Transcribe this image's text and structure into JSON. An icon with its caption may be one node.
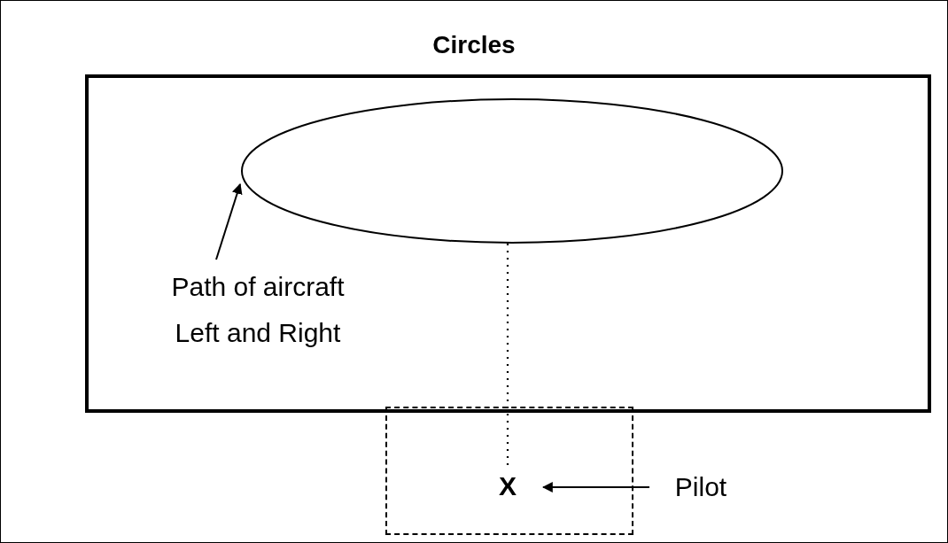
{
  "diagram": {
    "title": "Circles",
    "nodes": [
      {
        "text": [],
        "shape": "box"
      },
      {
        "text": [],
        "shape": "ellipse",
        "in": 0
      },
      {
        "text": [
          "Path of aircraft Left and Right"
        ],
        "in": 0
      },
      {
        "text": [],
        "shape": "box"
      },
      {
        "text": [
          "X"
        ],
        "in": 3
      },
      {
        "text": [
          "Pilot"
        ]
      }
    ],
    "edges": [
      {
        "from": 2,
        "to": 1,
        "arrow": "to"
      },
      {
        "from": 1,
        "to": 4,
        "arrow": "none",
        "style": "dashed"
      },
      {
        "from": 5,
        "to": 4,
        "arrow": "to"
      }
    ]
  }
}
